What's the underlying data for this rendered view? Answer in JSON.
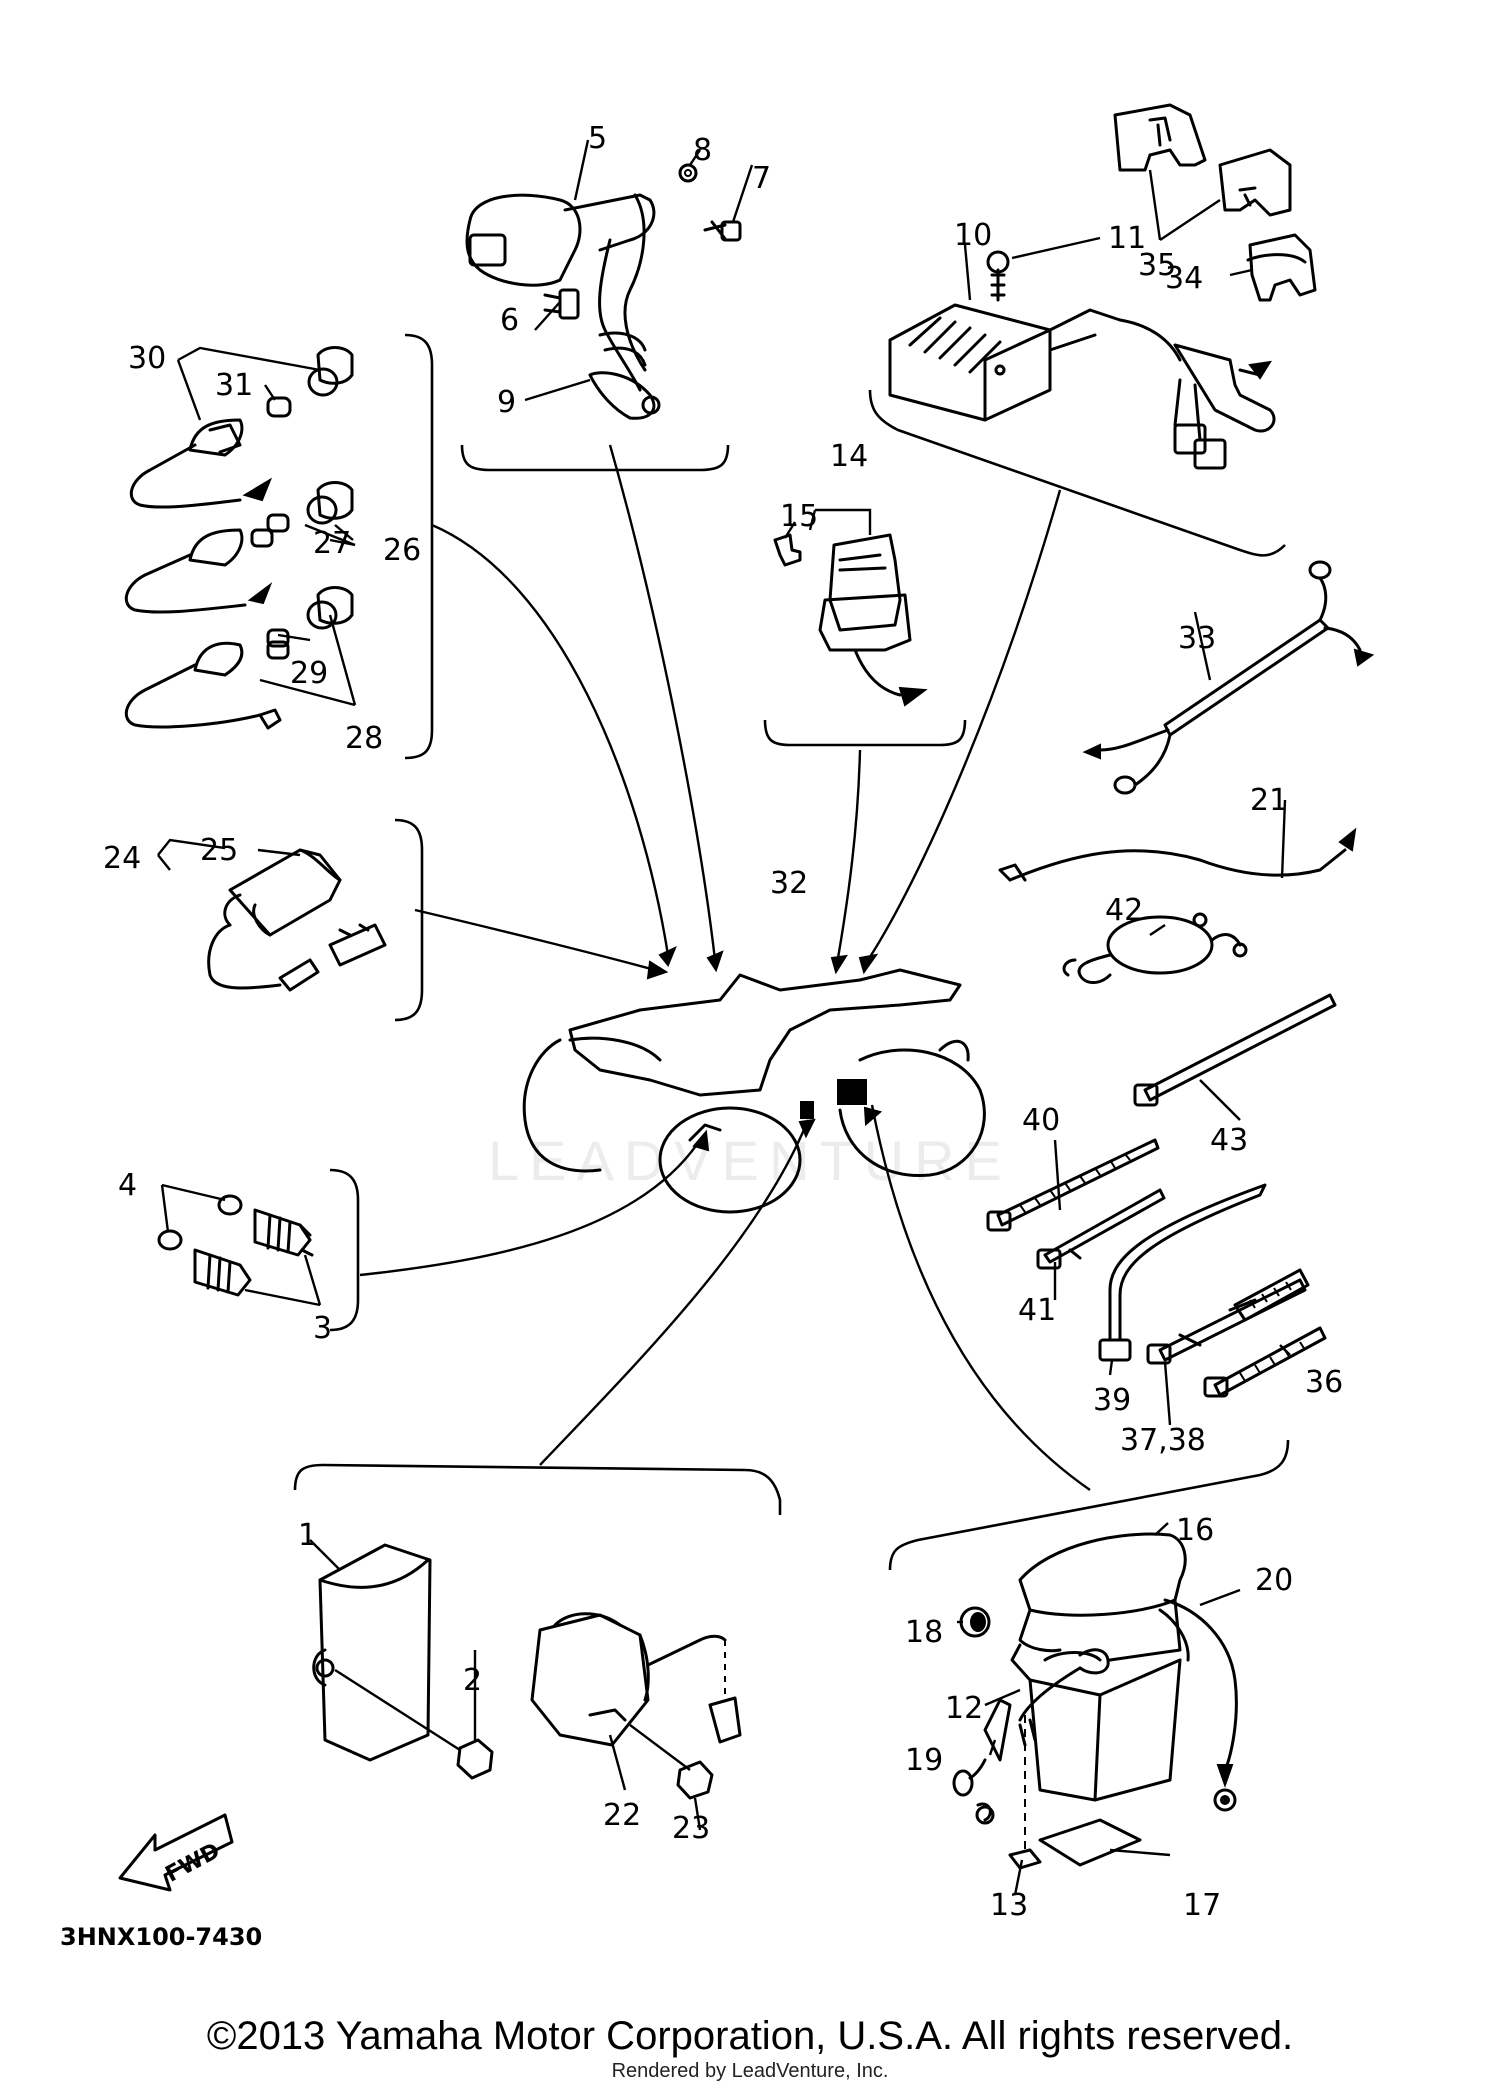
{
  "diagram_code": "3HNX100-7430",
  "fwd_label": "FWD",
  "watermark": "LEADVENTURE",
  "copyright": "©2013 Yamaha Motor Corporation, U.S.A. All rights reserved.",
  "rendered_by": "Rendered by LeadVenture, Inc.",
  "callouts": {
    "c1": "1",
    "c2": "2",
    "c3": "3",
    "c4": "4",
    "c5": "5",
    "c6": "6",
    "c7": "7",
    "c8": "8",
    "c9": "9",
    "c10": "10",
    "c11": "11",
    "c12": "12",
    "c13": "13",
    "c14": "14",
    "c15": "15",
    "c16": "16",
    "c17": "17",
    "c18": "18",
    "c19": "19",
    "c20": "20",
    "c21": "21",
    "c22": "22",
    "c23": "23",
    "c24": "24",
    "c25": "25",
    "c26": "26",
    "c27": "27",
    "c28": "28",
    "c29": "29",
    "c30": "30",
    "c31": "31",
    "c32": "32",
    "c33": "33",
    "c34": "34",
    "c35": "35",
    "c36": "36",
    "c37_38": "37,38",
    "c39": "39",
    "c40": "40",
    "c41": "41",
    "c42": "42",
    "c43": "43"
  }
}
